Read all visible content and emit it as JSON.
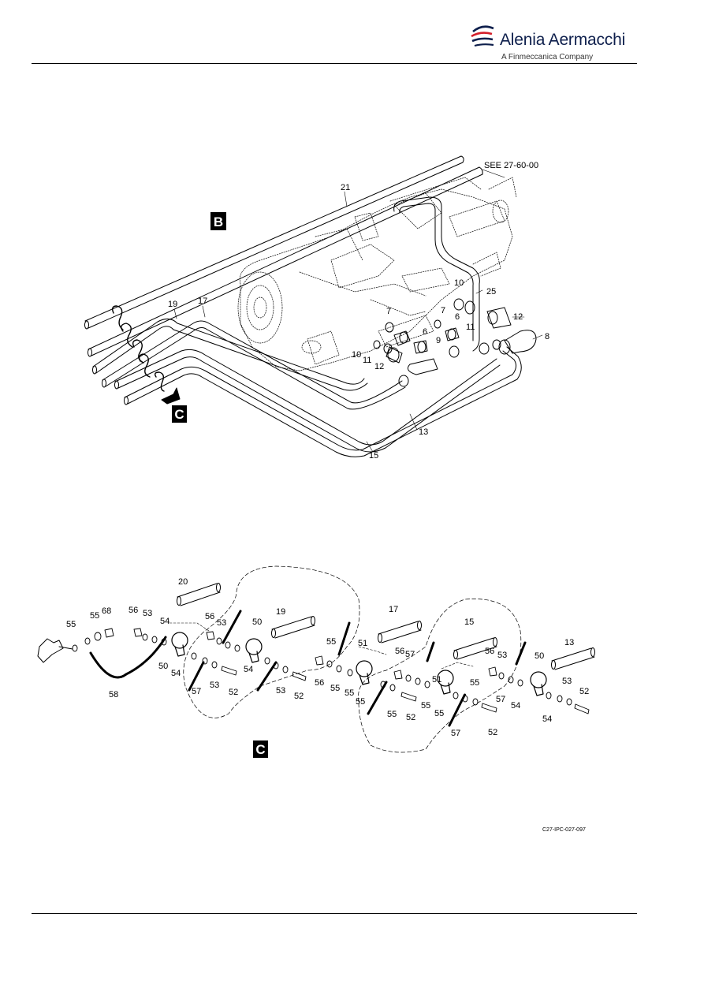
{
  "header": {
    "company_name": "Alenia Aermacchi",
    "company_tagline": "A Finmeccanica Company",
    "logo_icon": "alenia-swoosh-logo"
  },
  "figure": {
    "view_labels": [
      "B",
      "C",
      "C"
    ],
    "see_reference": "SEE 27-60-00",
    "upper_callouts": [
      "21",
      "19",
      "17",
      "10",
      "7",
      "7",
      "6",
      "6",
      "11",
      "25",
      "12",
      "8",
      "10",
      "11",
      "12",
      "9",
      "13",
      "15"
    ],
    "lower_callouts": [
      "20",
      "19",
      "17",
      "15",
      "13",
      "55",
      "68",
      "55",
      "53",
      "56",
      "54",
      "56",
      "53",
      "50",
      "50",
      "54",
      "58",
      "57",
      "53",
      "52",
      "54",
      "53",
      "52",
      "55",
      "51",
      "56",
      "55",
      "56",
      "57",
      "55",
      "55",
      "55",
      "52",
      "51",
      "55",
      "56",
      "53",
      "50",
      "55",
      "57",
      "55",
      "54",
      "53",
      "52",
      "57",
      "52",
      "54"
    ],
    "drawing_ref": "C27-IPC-027-097"
  },
  "colors": {
    "ink": "#000000",
    "logo_blue": "#0e1f4c",
    "logo_red": "#d41f2a"
  }
}
